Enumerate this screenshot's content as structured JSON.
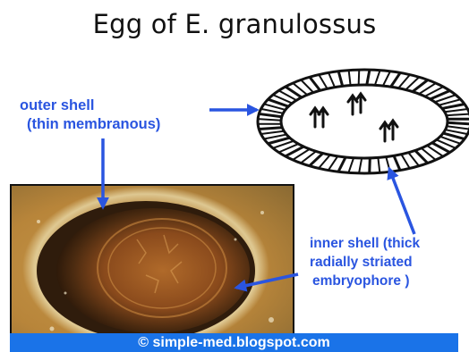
{
  "title": "Egg of E. granulossus",
  "labels": {
    "outer_shell_line1": "outer shell",
    "outer_shell_line2": "(thin membranous)",
    "inner_shell_line1": "inner shell (thick",
    "inner_shell_line2": "radially striated",
    "inner_shell_line3": "embryophore )"
  },
  "footer": "© simple-med.blogspot.com",
  "colors": {
    "arrow": "#2a55e0",
    "footer_bg": "#1a73e8"
  }
}
